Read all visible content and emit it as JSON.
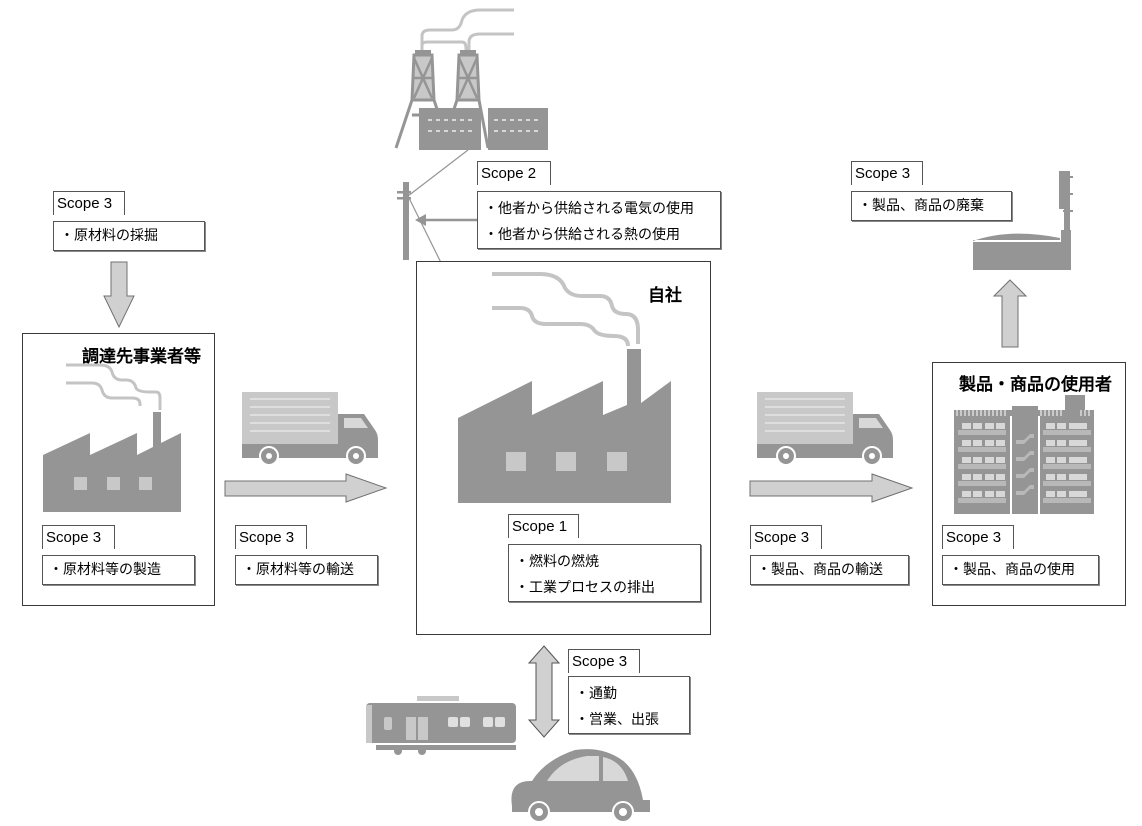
{
  "diagram": {
    "entities": {
      "supplier": {
        "title": "調達先事業者等"
      },
      "company": {
        "title": "自社"
      },
      "user": {
        "title": "製品・商品の使用者"
      }
    },
    "scopes": {
      "raw_extraction": {
        "label": "Scope 3",
        "items": [
          "・原材料の採掘"
        ]
      },
      "scope2": {
        "label": "Scope 2",
        "items": [
          "・他者から供給される電気の使用",
          "・他者から供給される熱の使用"
        ]
      },
      "disposal": {
        "label": "Scope 3",
        "items": [
          "・製品、商品の廃棄"
        ]
      },
      "manufacturing": {
        "label": "Scope 3",
        "items": [
          "・原材料等の製造"
        ]
      },
      "raw_transport": {
        "label": "Scope 3",
        "items": [
          "・原材料等の輸送"
        ]
      },
      "scope1": {
        "label": "Scope 1",
        "items": [
          "・燃料の燃焼",
          "・工業プロセスの排出"
        ]
      },
      "product_transport": {
        "label": "Scope 3",
        "items": [
          "・製品、商品の輸送"
        ]
      },
      "product_use": {
        "label": "Scope 3",
        "items": [
          "・製品、商品の使用"
        ]
      },
      "commute": {
        "label": "Scope 3",
        "items": [
          "・通勤",
          "・営業、出張"
        ]
      }
    },
    "colors": {
      "icon_dark": "#959595",
      "icon_light": "#c8c8c8",
      "smoke": "#c4c4c4",
      "arrow_fill": "#d0d0d0",
      "arrow_stroke": "#707070",
      "border": "#3a3a3a"
    }
  }
}
